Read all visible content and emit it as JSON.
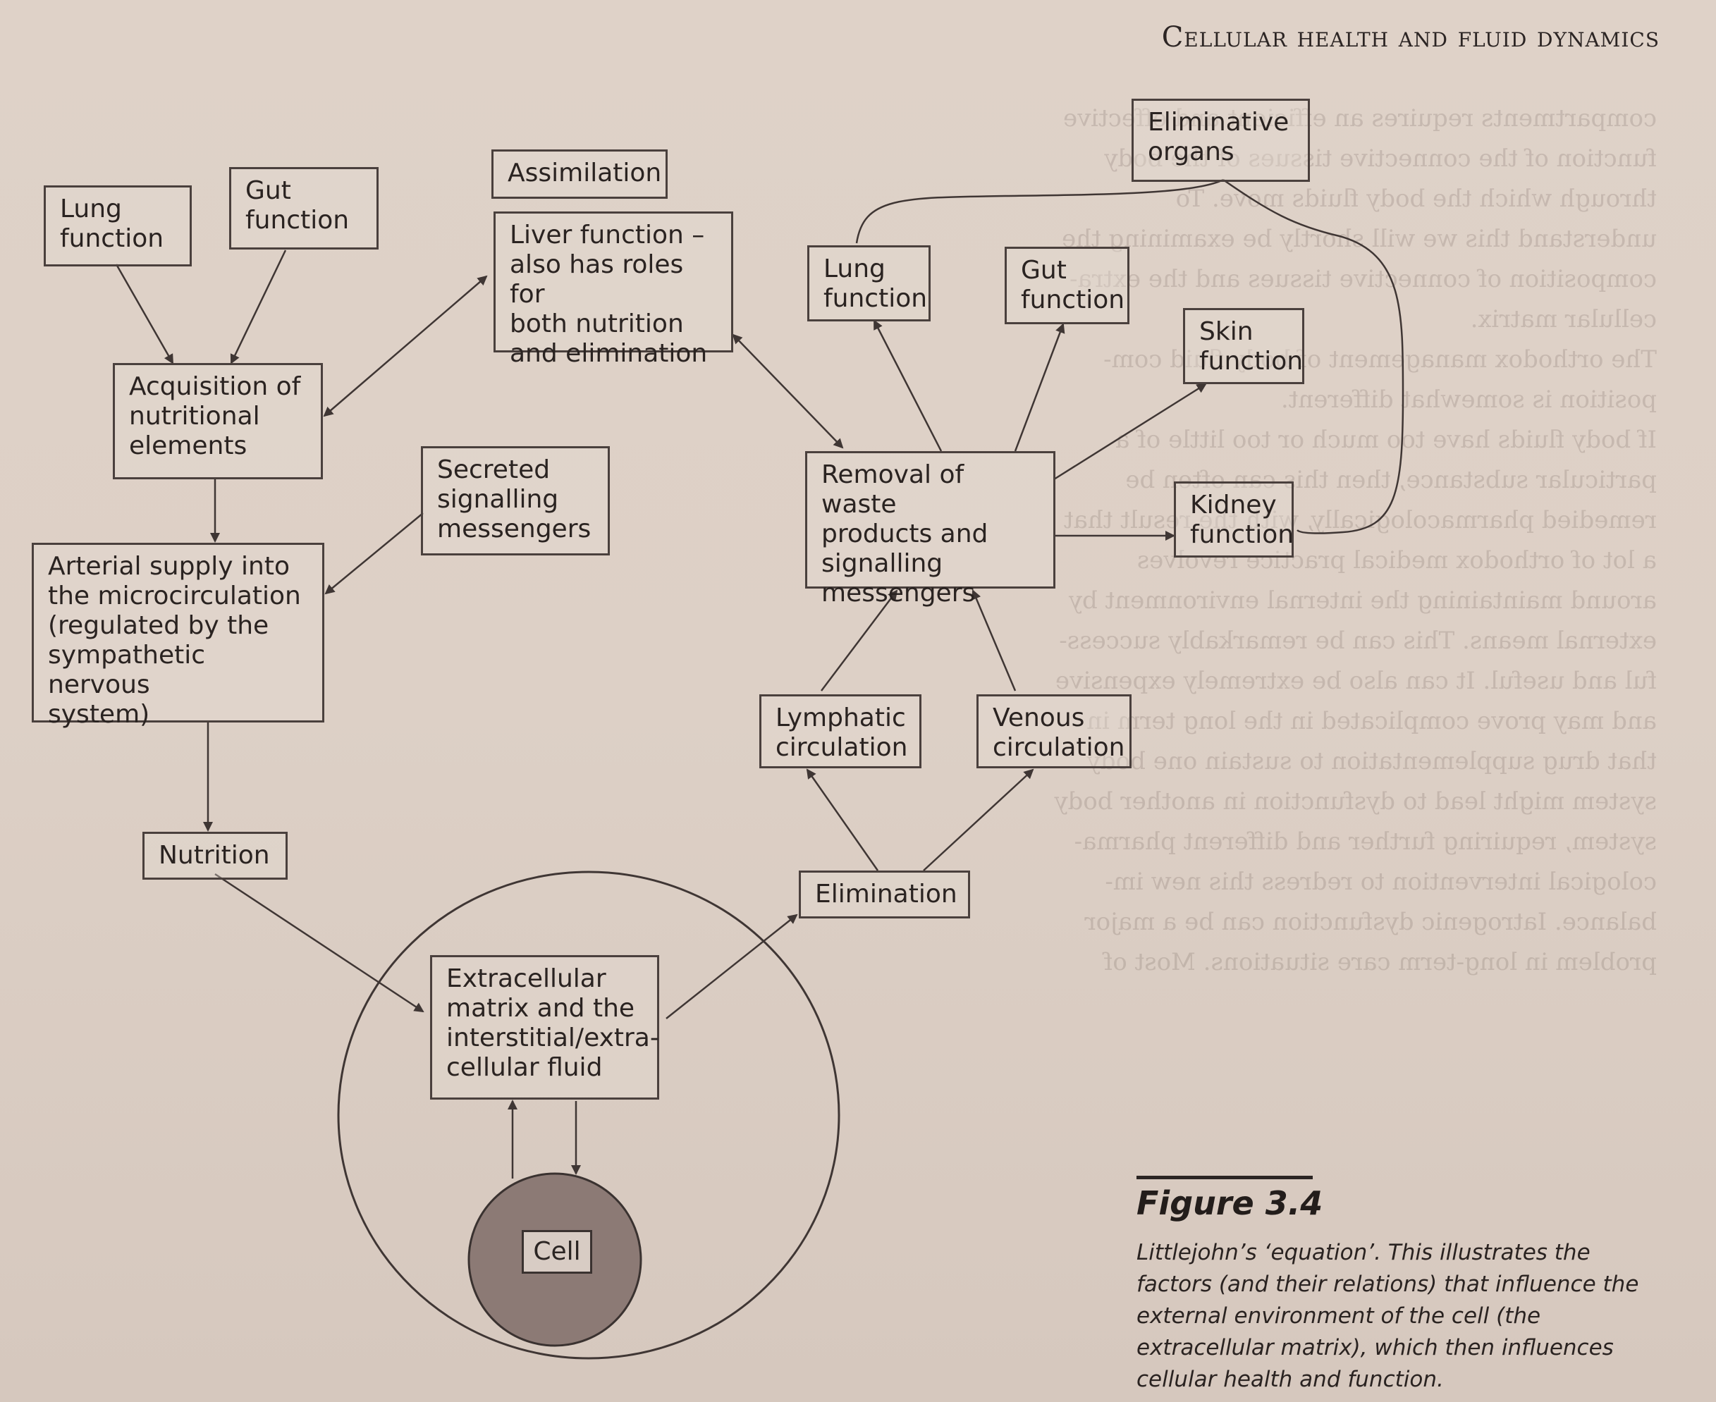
{
  "header": {
    "running_head": "Cellular health and fluid dynamics"
  },
  "diagram": {
    "lung_function_1": "Lung\nfunction",
    "gut_function_1": "Gut\nfunction",
    "assimilation": "Assimilation",
    "liver_function": "Liver function –\nalso has roles for\nboth nutrition\nand elimination",
    "acquisition": "Acquisition of\nnutritional\nelements",
    "secreted_signalling": "Secreted\nsignalling\nmessengers",
    "arterial_supply": "Arterial supply into\nthe microcirculation\n(regulated by the\nsympathetic nervous\nsystem)",
    "nutrition": "Nutrition",
    "extracellular_matrix": "Extracellular\nmatrix and the\ninterstitial/extra-\ncellular fluid",
    "cell": "Cell",
    "eliminative_organs": "Eliminative\norgans",
    "lung_function_2": "Lung\nfunction",
    "gut_function_2": "Gut\nfunction",
    "skin_function": "Skin\nfunction",
    "removal_of_waste": "Removal of waste\nproducts and\nsignalling\nmessengers",
    "kidney_function": "Kidney\nfunction",
    "lymphatic_circulation": "Lymphatic\ncirculation",
    "venous_circulation": "Venous\ncirculation",
    "elimination": "Elimination"
  },
  "figure": {
    "title": "Figure 3.4",
    "caption": "Littlejohn’s ‘equation’. This illustrates the factors (and their relations) that influence the external environment of the cell (the extracellular matrix), which then influences cellular health and function."
  },
  "colors": {
    "line": "#3f3634",
    "cell_fill": "#8a7874",
    "paper": "#dfd2c8"
  }
}
